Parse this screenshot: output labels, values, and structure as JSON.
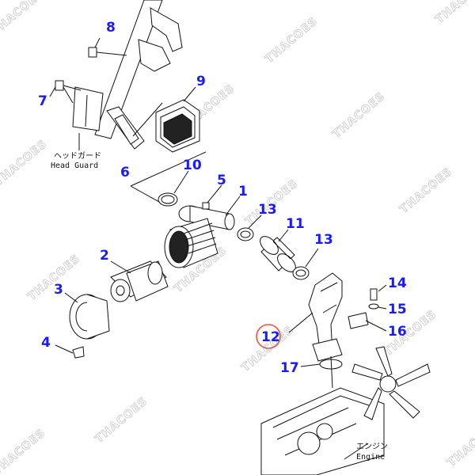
{
  "callouts": {
    "c1": "1",
    "c2": "2",
    "c3": "3",
    "c4": "4",
    "c5": "5",
    "c6": "6",
    "c7": "7",
    "c8": "8",
    "c9": "9",
    "c10": "10",
    "c11": "11",
    "c13a": "13",
    "c13b": "13",
    "c12": "12",
    "c14": "14",
    "c15": "15",
    "c16": "16",
    "c17": "17"
  },
  "labels": {
    "head_guard_jp": "ヘッドガード",
    "head_guard_en": "Head Guard",
    "engine_jp": "エンジン",
    "engine_en": "Engine"
  },
  "watermark": "THACOES",
  "colors": {
    "callout": "#1a1aff",
    "highlight": "#e8583c"
  }
}
